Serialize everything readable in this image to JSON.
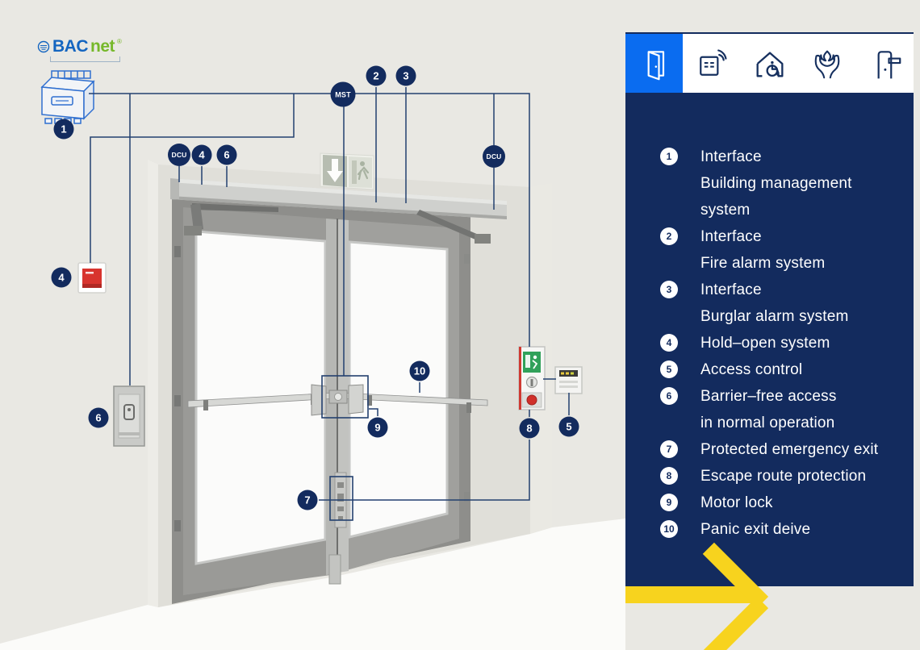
{
  "logo": {
    "brand_bac": "BAC",
    "brand_net": "net",
    "trademark": "®"
  },
  "tabs": {
    "items": [
      {
        "icon": "open-door-icon",
        "selected": true
      },
      {
        "icon": "control-panel-signal-icon",
        "selected": false
      },
      {
        "icon": "accessible-house-icon",
        "selected": false
      },
      {
        "icon": "hands-flame-icon",
        "selected": false
      },
      {
        "icon": "door-fitting-icon",
        "selected": false
      }
    ]
  },
  "diagram": {
    "badges": [
      {
        "id": "interface-bms",
        "label": "1"
      },
      {
        "id": "interface-fire",
        "label": "2"
      },
      {
        "id": "interface-burglar",
        "label": "3"
      },
      {
        "id": "master",
        "label": "MST"
      },
      {
        "id": "dcu-left",
        "label": "DCU"
      },
      {
        "id": "hold-open-top",
        "label": "4"
      },
      {
        "id": "barrier-free-top",
        "label": "6"
      },
      {
        "id": "dcu-right",
        "label": "DCU"
      },
      {
        "id": "hold-open-left",
        "label": "4"
      },
      {
        "id": "barrier-free-left",
        "label": "6"
      },
      {
        "id": "panic-exit-drive",
        "label": "10"
      },
      {
        "id": "motor-lock",
        "label": "9"
      },
      {
        "id": "protected-exit",
        "label": "7"
      },
      {
        "id": "escape-route",
        "label": "8"
      },
      {
        "id": "access-control",
        "label": "5"
      }
    ]
  },
  "legend": {
    "items": [
      {
        "number": "1",
        "lines": [
          "Interface",
          "Building management",
          "system"
        ]
      },
      {
        "number": "2",
        "lines": [
          "Interface",
          "Fire alarm system"
        ]
      },
      {
        "number": "3",
        "lines": [
          "Interface",
          "Burglar alarm system"
        ]
      },
      {
        "number": "4",
        "lines": [
          "Hold–open system"
        ]
      },
      {
        "number": "5",
        "lines": [
          "Access control"
        ]
      },
      {
        "number": "6",
        "lines": [
          "Barrier–free access",
          "in normal operation"
        ]
      },
      {
        "number": "7",
        "lines": [
          "Protected emergency exit"
        ]
      },
      {
        "number": "8",
        "lines": [
          "Escape route protection"
        ]
      },
      {
        "number": "9",
        "lines": [
          "Motor lock"
        ]
      },
      {
        "number": "10",
        "lines": [
          "Panic exit deive"
        ]
      }
    ]
  },
  "colors": {
    "navy": "#132b5e",
    "accent_blue": "#0a6cf0",
    "brand_yellow": "#f7d31e",
    "alarm_red": "#d8342e",
    "bacnet_blue": "#1465c0",
    "bacnet_green": "#76b82a"
  }
}
